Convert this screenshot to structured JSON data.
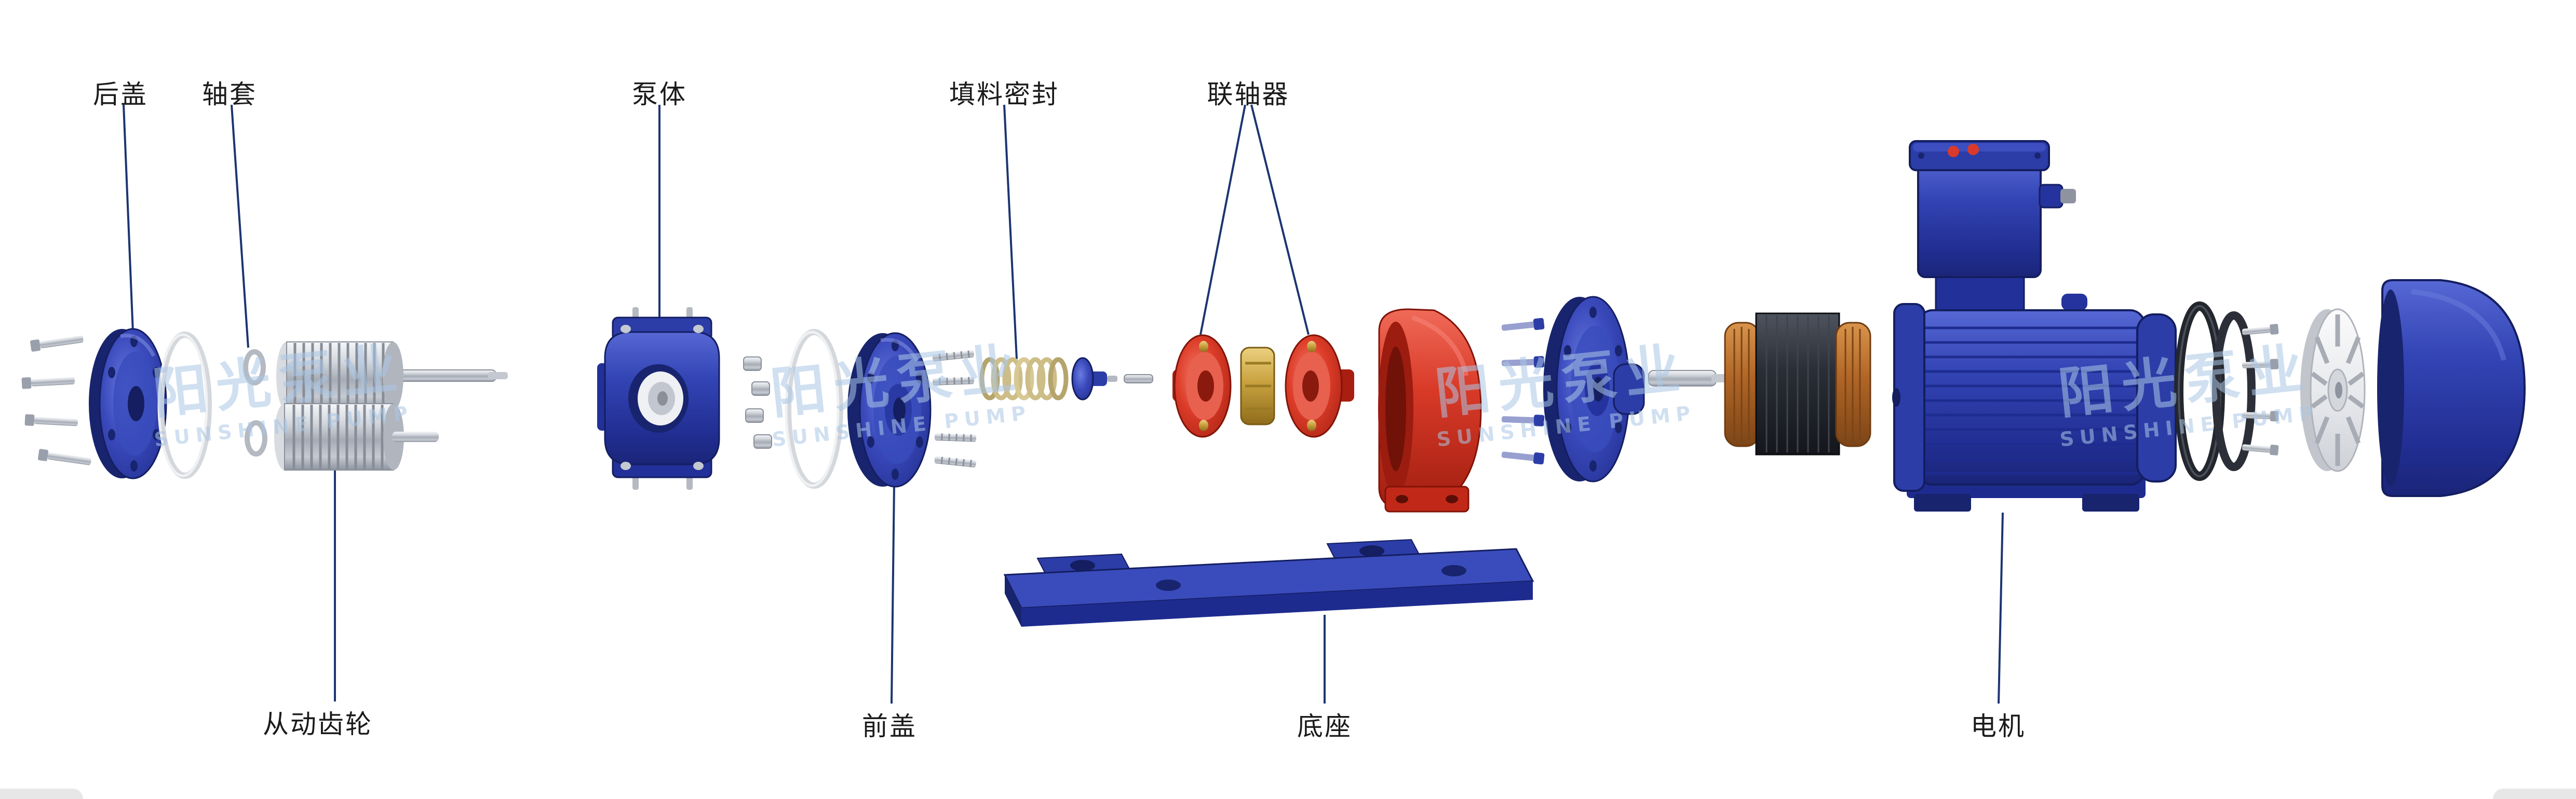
{
  "watermark": {
    "line1": "阳光泵业",
    "line2": "SUNSHINE PUMP",
    "color": "#abc7e6"
  },
  "labels": {
    "rear_cover": "后盖",
    "shaft_sleeve": "轴套",
    "pump_body": "泵体",
    "packing_seal": "填料密封",
    "coupling": "联轴器",
    "driven_gear": "从动齿轮",
    "front_cover": "前盖",
    "base": "底座",
    "motor": "电机"
  },
  "colors": {
    "part_blue": "#2c3da8",
    "part_blue_dark": "#18246e",
    "part_red": "#d23525",
    "brass": "#c9a23f",
    "silver": "#b8bdc6",
    "copper": "#a85f22",
    "leader_line": "#1c3572",
    "label_text": "#1b1b1b"
  }
}
